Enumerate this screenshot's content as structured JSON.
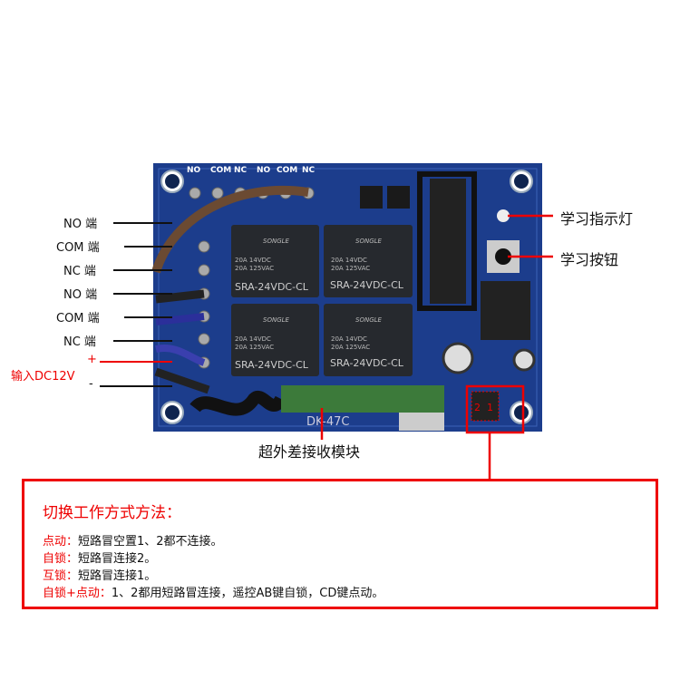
{
  "left_labels": [
    {
      "text": "NO 端"
    },
    {
      "text": "COM 端"
    },
    {
      "text": "NC 端"
    },
    {
      "text": "NO 端"
    },
    {
      "text": "COM 端"
    },
    {
      "text": "NC 端"
    }
  ],
  "power": {
    "plus": "+",
    "input": "输入DC12V",
    "minus": "-"
  },
  "right_labels": {
    "led": "学习指示灯",
    "button": "学习按钮"
  },
  "bottom_label": "超外差接收模块",
  "board": {
    "terminal_header": [
      "NO",
      "COM",
      "NC",
      "NO",
      "COM",
      "NC"
    ],
    "relay_brand": "SONGLE",
    "relay_rating1": "20A 14VDC",
    "relay_rating2": "20A 125VAC",
    "relay_model": "SRA-24VDC-CL",
    "module_text": "DK-47C",
    "jumper_labels": [
      "2",
      "1"
    ]
  },
  "instructions": {
    "title": "切换工作方式方法：",
    "rows": [
      {
        "key": "点动：",
        "text": "短路冒空置1、2都不连接。"
      },
      {
        "key": "自锁：",
        "text": "短路冒连接2。"
      },
      {
        "key": "互锁：",
        "text": "短路冒连接1。"
      },
      {
        "key": "自锁+点动：",
        "text": "1、2都用短路冒连接，遥控AB键自锁，CD键点动。"
      }
    ]
  }
}
